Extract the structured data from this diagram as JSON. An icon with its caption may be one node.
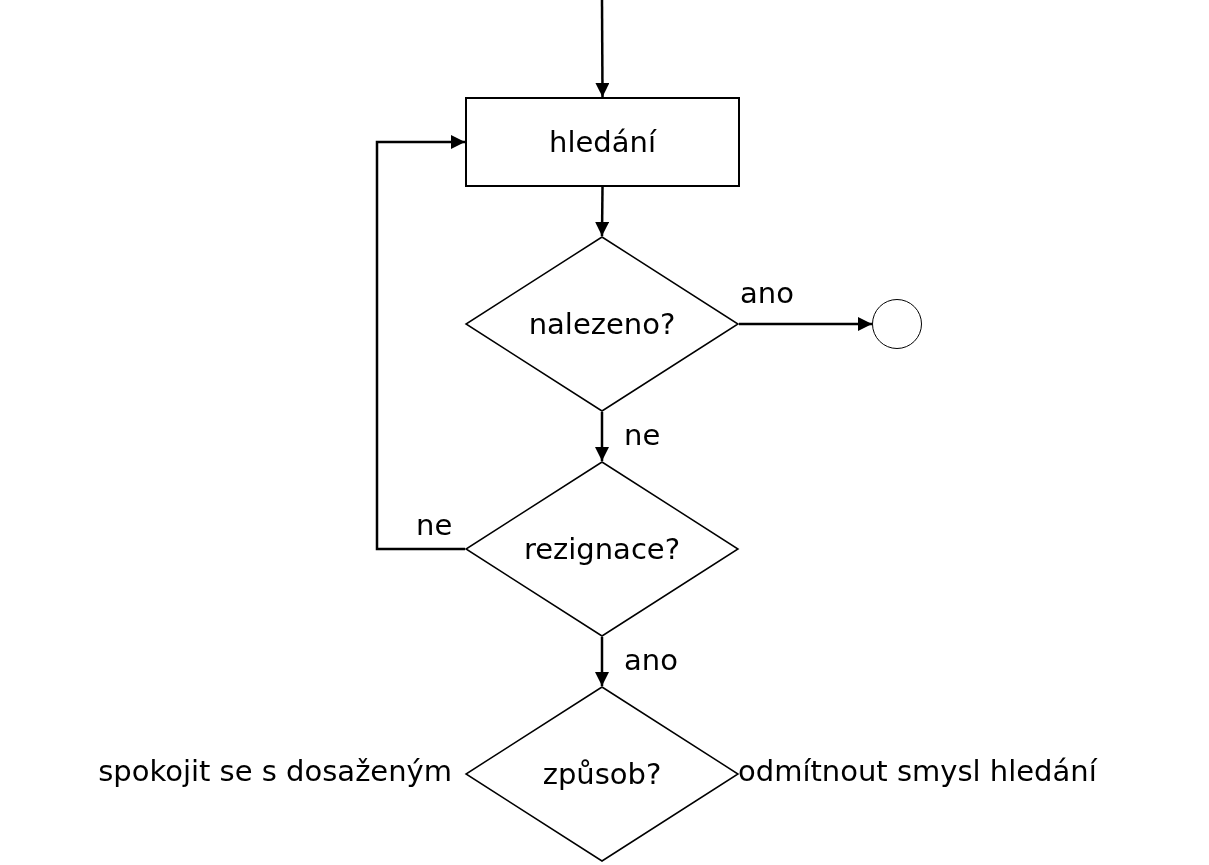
{
  "diagram": {
    "nodes": [
      {
        "text": [
          "hledání"
        ]
      },
      {
        "text": [
          "nalezeno?"
        ]
      },
      {
        "text": [],
        "shape": "circle"
      },
      {
        "text": [
          "rezignace?"
        ]
      },
      {
        "text": [
          "způsob?"
        ],
        "beside": [
          "spokojit se s dosaženým",
          "odmítnout smysl hledání"
        ]
      }
    ],
    "edges": [
      {
        "from": null,
        "to": 0,
        "arrow": "to"
      },
      {
        "from": 0,
        "to": 1,
        "arrow": "to"
      },
      {
        "from": 1,
        "to": 2,
        "arrow": "to",
        "label": "ano"
      },
      {
        "from": 1,
        "to": 3,
        "arrow": "to",
        "label": "ne"
      },
      {
        "from": 3,
        "to": 0,
        "arrow": "to",
        "label": "ne"
      },
      {
        "from": 3,
        "to": 4,
        "arrow": "to",
        "label": "ano"
      }
    ]
  }
}
